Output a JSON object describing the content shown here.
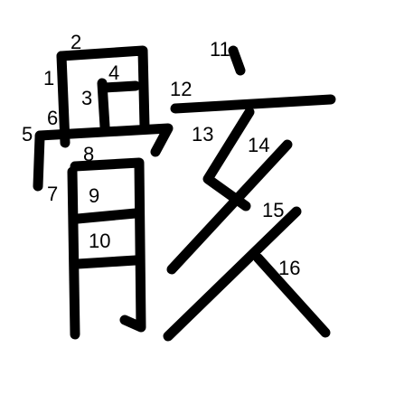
{
  "strokes": [
    {
      "order": "1",
      "label": "1"
    },
    {
      "order": "2",
      "label": "2"
    },
    {
      "order": "3",
      "label": "3"
    },
    {
      "order": "4",
      "label": "4"
    },
    {
      "order": "5",
      "label": "5"
    },
    {
      "order": "6",
      "label": "6"
    },
    {
      "order": "7",
      "label": "7"
    },
    {
      "order": "8",
      "label": "8"
    },
    {
      "order": "9",
      "label": "9"
    },
    {
      "order": "10",
      "label": "10"
    },
    {
      "order": "11",
      "label": "11"
    },
    {
      "order": "12",
      "label": "12"
    },
    {
      "order": "13",
      "label": "13"
    },
    {
      "order": "14",
      "label": "14"
    },
    {
      "order": "15",
      "label": "15"
    },
    {
      "order": "16",
      "label": "16"
    }
  ],
  "colors": {
    "ink": "#000000",
    "background": "#ffffff"
  }
}
